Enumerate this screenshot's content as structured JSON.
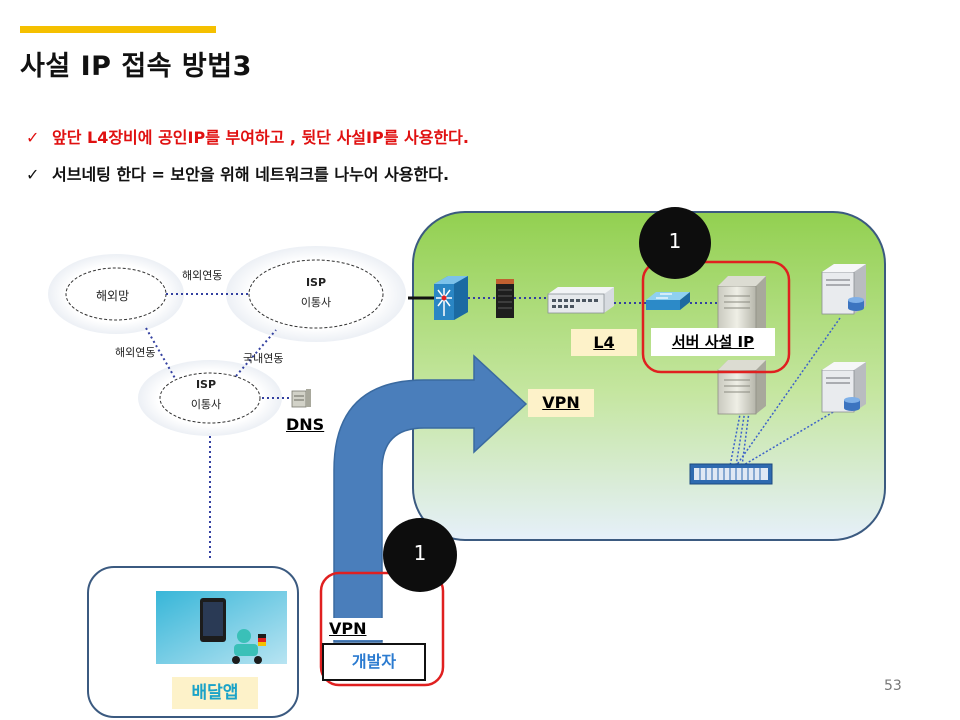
{
  "title": "사설 IP 접속 방법3",
  "bullets": [
    {
      "mark": "✓",
      "text": "앞단 L4장비에 공인IP를 부여하고 , 뒷단 사설IP를 사용한다."
    },
    {
      "mark": "✓",
      "text": "서브네팅 한다 = 보안을 위해 네트워크를 나누어 사용한다."
    }
  ],
  "diagram": {
    "overseas_net": "해외망",
    "overseas_link_top": "해외연동",
    "overseas_link_left": "해외연동",
    "domestic_link": "국내연동",
    "isp_top": {
      "line1": "ISP",
      "line2": "이통사"
    },
    "isp_bottom": {
      "line1": "ISP",
      "line2": "이통사"
    },
    "dns": "DNS",
    "l4": "L4",
    "server_private_ip": "서버 사설 IP",
    "vpn_inside": "VPN",
    "vpn_dev": "VPN",
    "developer": "개발자",
    "delivery_app": "배달앱",
    "badge_top": "1",
    "badge_bottom": "1"
  },
  "colors": {
    "accent": "#f5c000",
    "green_area": "#a8db62",
    "arrow": "#4a7ebb",
    "highlight_red": "#e02020",
    "label_bg": "#fdf2c9",
    "developer_text": "#2b7bd0",
    "delivery_text": "#1aa3c8"
  },
  "page_number": "53"
}
